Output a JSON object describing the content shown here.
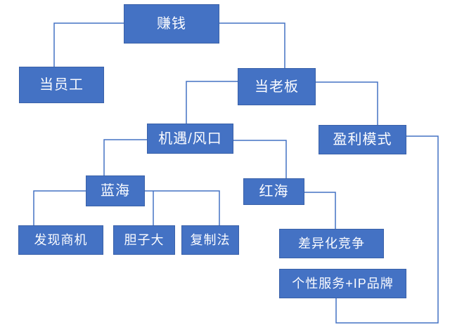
{
  "colors": {
    "node_fill": "#4472C4",
    "node_border": "#3A61A8",
    "node_text": "#FBFCFF",
    "connector": "#4472C4",
    "background": "#FFFFFF"
  },
  "diagram": {
    "type": "flowchart",
    "nodes": [
      {
        "id": "make-money",
        "label": "赚钱"
      },
      {
        "id": "be-employee",
        "label": "当员工"
      },
      {
        "id": "be-boss",
        "label": "当老板"
      },
      {
        "id": "opportunity-trend",
        "label": "机遇/风口"
      },
      {
        "id": "profit-model",
        "label": "盈利模式"
      },
      {
        "id": "blue-ocean",
        "label": "蓝海"
      },
      {
        "id": "red-ocean",
        "label": "红海"
      },
      {
        "id": "spot-opportunity",
        "label": "发现商机"
      },
      {
        "id": "boldness",
        "label": "胆子大"
      },
      {
        "id": "copy-method",
        "label": "复制法"
      },
      {
        "id": "differentiated-competition",
        "label": "差异化竞争"
      },
      {
        "id": "personal-service-ip-brand",
        "label": "个性服务+IP品牌"
      }
    ],
    "edges": [
      {
        "from": "赚钱",
        "to": "当员工"
      },
      {
        "from": "赚钱",
        "to": "当老板"
      },
      {
        "from": "当老板",
        "to": "机遇/风口"
      },
      {
        "from": "当老板",
        "to": "盈利模式"
      },
      {
        "from": "机遇/风口",
        "to": "蓝海"
      },
      {
        "from": "机遇/风口",
        "to": "红海"
      },
      {
        "from": "蓝海",
        "to": "发现商机"
      },
      {
        "from": "蓝海",
        "to": "胆子大"
      },
      {
        "from": "蓝海",
        "to": "复制法"
      },
      {
        "from": "红海",
        "to": "差异化竞争"
      },
      {
        "from": "盈利模式",
        "to": "个性服务+IP品牌"
      }
    ]
  }
}
